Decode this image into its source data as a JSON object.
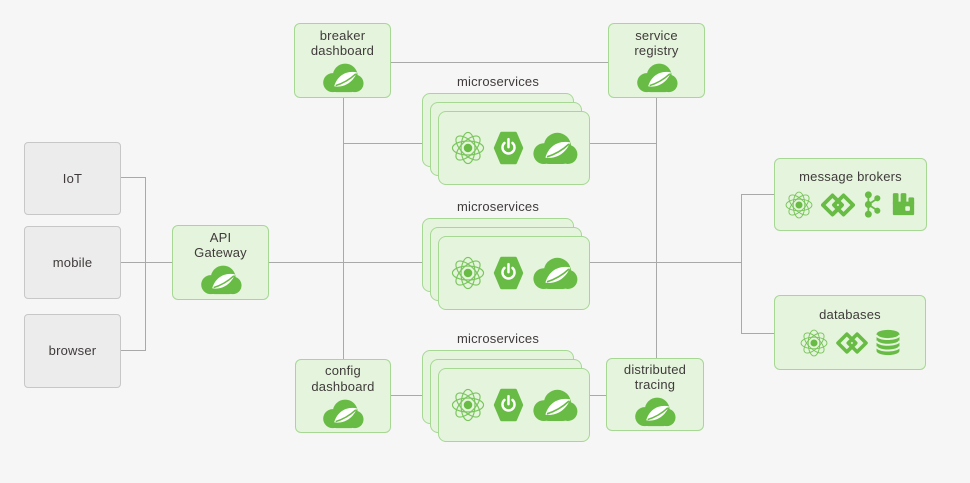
{
  "diagram": {
    "background": "#f6f6f6",
    "clients": [
      {
        "id": "iot",
        "label": "IoT"
      },
      {
        "id": "mobile",
        "label": "mobile"
      },
      {
        "id": "browser",
        "label": "browser"
      }
    ],
    "nodes": {
      "api_gateway": {
        "label": "API\nGateway",
        "icons": [
          "spring"
        ]
      },
      "breaker_dashboard": {
        "label": "breaker\ndashboard",
        "icons": [
          "spring"
        ]
      },
      "service_registry": {
        "label": "service\nregistry",
        "icons": [
          "spring"
        ]
      },
      "config_dashboard": {
        "label": "config\ndashboard",
        "icons": [
          "spring"
        ]
      },
      "distributed_tracing": {
        "label": "distributed\ntracing",
        "icons": [
          "spring"
        ]
      },
      "message_brokers": {
        "label": "message brokers",
        "icons": [
          "spring-cloud",
          "spring-integration",
          "kafka",
          "rabbitmq"
        ]
      },
      "databases": {
        "label": "databases",
        "icons": [
          "spring-cloud",
          "spring-data",
          "database"
        ]
      }
    },
    "microservices_groups": [
      {
        "label": "microservices",
        "cards": 3,
        "icons": [
          "spring-cloud",
          "spring-boot",
          "spring"
        ]
      },
      {
        "label": "microservices",
        "cards": 3,
        "icons": [
          "spring-cloud",
          "spring-boot",
          "spring"
        ]
      },
      {
        "label": "microservices",
        "cards": 3,
        "icons": [
          "spring-cloud",
          "spring-boot",
          "spring"
        ]
      }
    ],
    "colors": {
      "spring_green": "#68bc45",
      "atom_outline": "#79c55c",
      "green_node_fill": "#e5f4dc",
      "green_node_border": "#a6d894",
      "client_fill": "#ececec",
      "client_border": "#c7c7c7",
      "connector": "#a9a9a9",
      "text": "#3f3b3a"
    }
  }
}
